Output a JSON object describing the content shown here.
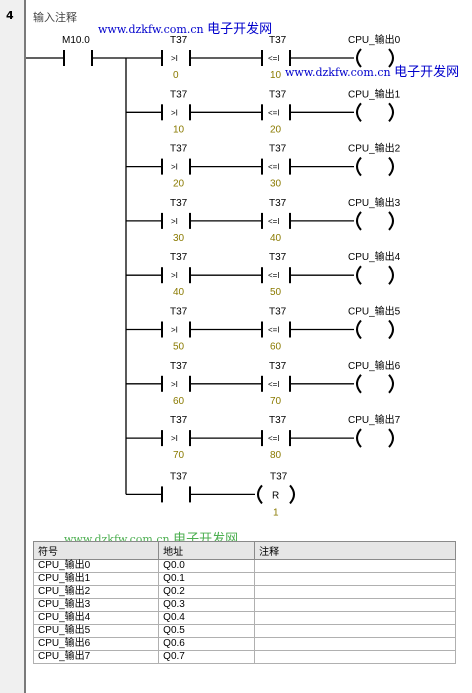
{
  "network": {
    "number": "4",
    "comment": "输入注释"
  },
  "watermarks": [
    {
      "latin": "www.dzkfw.com.cn",
      "chinese": "电子开发网"
    },
    {
      "latin": "www.dzkfw.com.cn",
      "chinese": "电子开发网"
    },
    {
      "latin": "www.dzkfw.com.cn",
      "chinese": "电子开发网"
    }
  ],
  "ladder": {
    "input_contact": "M10.0",
    "timer": "T37",
    "rungs": [
      {
        "gt_op": ">I",
        "gt_val": "0",
        "le_op": "<=I",
        "le_val": "10",
        "output": "CPU_输出0"
      },
      {
        "gt_op": ">I",
        "gt_val": "10",
        "le_op": "<=I",
        "le_val": "20",
        "output": "CPU_输出1"
      },
      {
        "gt_op": ">I",
        "gt_val": "20",
        "le_op": "<=I",
        "le_val": "30",
        "output": "CPU_输出2"
      },
      {
        "gt_op": ">I",
        "gt_val": "30",
        "le_op": "<=I",
        "le_val": "40",
        "output": "CPU_输出3"
      },
      {
        "gt_op": ">I",
        "gt_val": "40",
        "le_op": "<=I",
        "le_val": "50",
        "output": "CPU_输出4"
      },
      {
        "gt_op": ">I",
        "gt_val": "50",
        "le_op": "<=I",
        "le_val": "60",
        "output": "CPU_输出5"
      },
      {
        "gt_op": ">I",
        "gt_val": "60",
        "le_op": "<=I",
        "le_val": "70",
        "output": "CPU_输出6"
      },
      {
        "gt_op": ">I",
        "gt_val": "70",
        "le_op": "<=I",
        "le_val": "80",
        "output": "CPU_输出7"
      }
    ],
    "reset": {
      "contact": "T37",
      "target": "T37",
      "coil": "R",
      "count": "1"
    }
  },
  "symbol_table": {
    "headers": [
      "符号",
      "地址",
      "注释"
    ],
    "rows": [
      [
        "CPU_输出0",
        "Q0.0",
        ""
      ],
      [
        "CPU_输出1",
        "Q0.1",
        ""
      ],
      [
        "CPU_输出2",
        "Q0.2",
        ""
      ],
      [
        "CPU_输出3",
        "Q0.3",
        ""
      ],
      [
        "CPU_输出4",
        "Q0.4",
        ""
      ],
      [
        "CPU_输出5",
        "Q0.5",
        ""
      ],
      [
        "CPU_输出6",
        "Q0.6",
        ""
      ],
      [
        "CPU_输出7",
        "Q0.7",
        ""
      ]
    ]
  }
}
